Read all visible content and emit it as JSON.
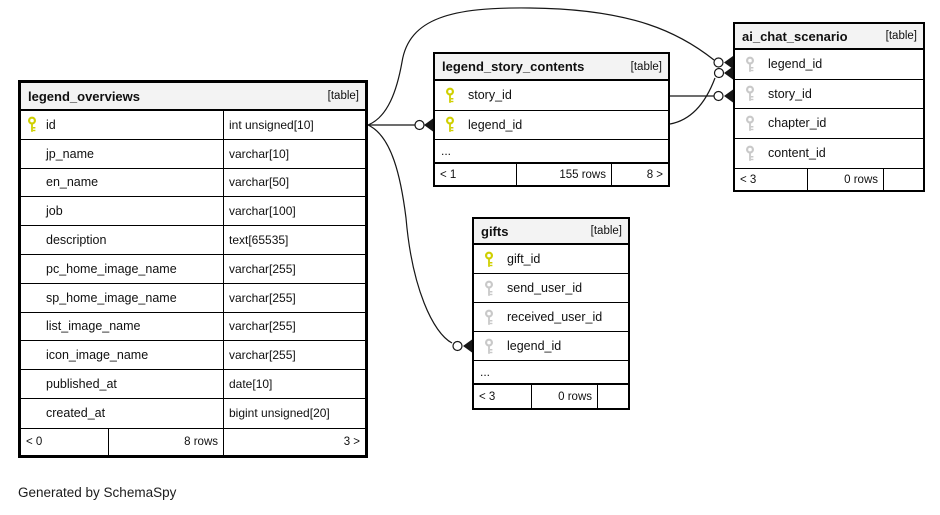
{
  "page": {
    "credit": "Generated by SchemaSpy",
    "background": "#ffffff"
  },
  "colors": {
    "primary_key_icon": "#cfcf00",
    "foreign_key_icon": "#c9c9c9",
    "table_header_bg": "#f3f3f3",
    "border": "#000000",
    "edge": "#161616"
  },
  "tables": {
    "legend_overviews": {
      "title": "legend_overviews",
      "tag": "[table]",
      "columns": [
        {
          "name": "id",
          "type": "int unsigned[10]",
          "key": "pk"
        },
        {
          "name": "jp_name",
          "type": "varchar[10]",
          "key": "none"
        },
        {
          "name": "en_name",
          "type": "varchar[50]",
          "key": "none"
        },
        {
          "name": "job",
          "type": "varchar[100]",
          "key": "none"
        },
        {
          "name": "description",
          "type": "text[65535]",
          "key": "none"
        },
        {
          "name": "pc_home_image_name",
          "type": "varchar[255]",
          "key": "none"
        },
        {
          "name": "sp_home_image_name",
          "type": "varchar[255]",
          "key": "none"
        },
        {
          "name": "list_image_name",
          "type": "varchar[255]",
          "key": "none"
        },
        {
          "name": "icon_image_name",
          "type": "varchar[255]",
          "key": "none"
        },
        {
          "name": "published_at",
          "type": "date[10]",
          "key": "none"
        },
        {
          "name": "created_at",
          "type": "bigint unsigned[20]",
          "key": "none"
        }
      ],
      "pager": {
        "prev": "< 0",
        "rows": "8 rows",
        "next": "3 >"
      }
    },
    "legend_story_contents": {
      "title": "legend_story_contents",
      "tag": "[table]",
      "columns": [
        {
          "name": "story_id",
          "key": "pk"
        },
        {
          "name": "legend_id",
          "key": "pk"
        }
      ],
      "ellipsis": "...",
      "pager": {
        "prev": "< 1",
        "rows": "155 rows",
        "next": "8 >"
      }
    },
    "ai_chat_scenario": {
      "title": "ai_chat_scenario",
      "tag": "[table]",
      "columns": [
        {
          "name": "legend_id",
          "key": "fk"
        },
        {
          "name": "story_id",
          "key": "fk"
        },
        {
          "name": "chapter_id",
          "key": "fk"
        },
        {
          "name": "content_id",
          "key": "fk"
        }
      ],
      "pager": {
        "prev": "< 3",
        "rows": "0 rows",
        "next": ""
      }
    },
    "gifts": {
      "title": "gifts",
      "tag": "[table]",
      "columns": [
        {
          "name": "gift_id",
          "key": "pk"
        },
        {
          "name": "send_user_id",
          "key": "fk"
        },
        {
          "name": "received_user_id",
          "key": "fk"
        },
        {
          "name": "legend_id",
          "key": "fk"
        }
      ],
      "ellipsis": "...",
      "pager": {
        "prev": "< 3",
        "rows": "0 rows",
        "next": ""
      }
    }
  },
  "relationships": [
    {
      "from": "legend_overviews.id",
      "to": "legend_story_contents.legend_id"
    },
    {
      "from": "legend_overviews.id",
      "to": "ai_chat_scenario.legend_id"
    },
    {
      "from": "legend_overviews.id",
      "to": "gifts.legend_id"
    },
    {
      "from": "legend_story_contents.story_id",
      "to": "ai_chat_scenario.story_id"
    },
    {
      "from": "legend_story_contents.legend_id",
      "to": "ai_chat_scenario.legend_id"
    }
  ]
}
